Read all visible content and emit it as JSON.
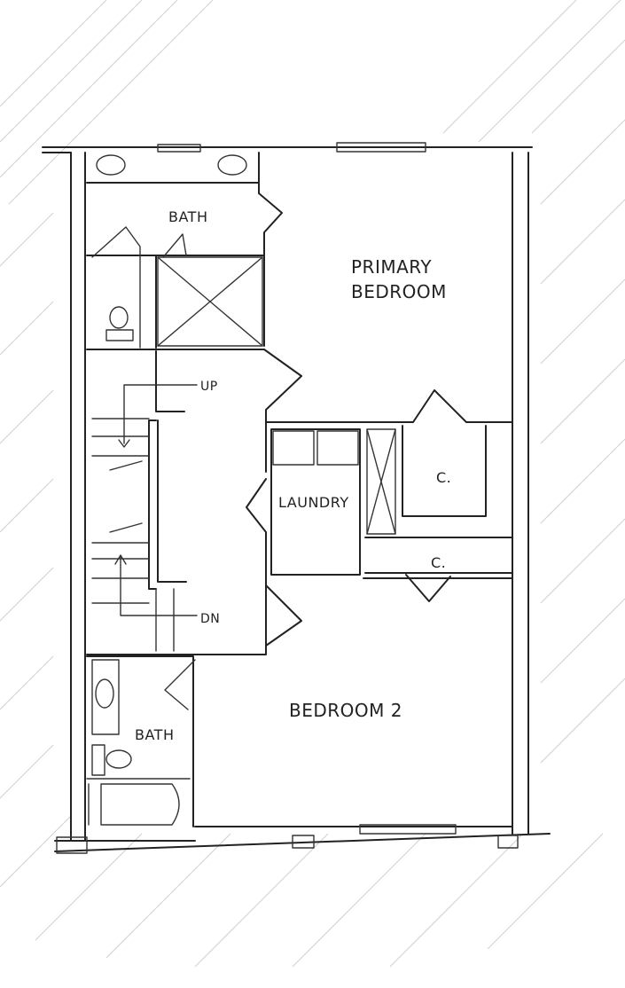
{
  "rooms": {
    "bath_top": "BATH",
    "primary_line1": "PRIMARY",
    "primary_line2": "BEDROOM",
    "laundry": "LAUNDRY",
    "closet_upper": "C.",
    "closet_lower": "C.",
    "bedroom2": "BEDROOM 2",
    "bath_bottom": "BATH"
  },
  "stairs": {
    "up": "UP",
    "down": "DN"
  }
}
